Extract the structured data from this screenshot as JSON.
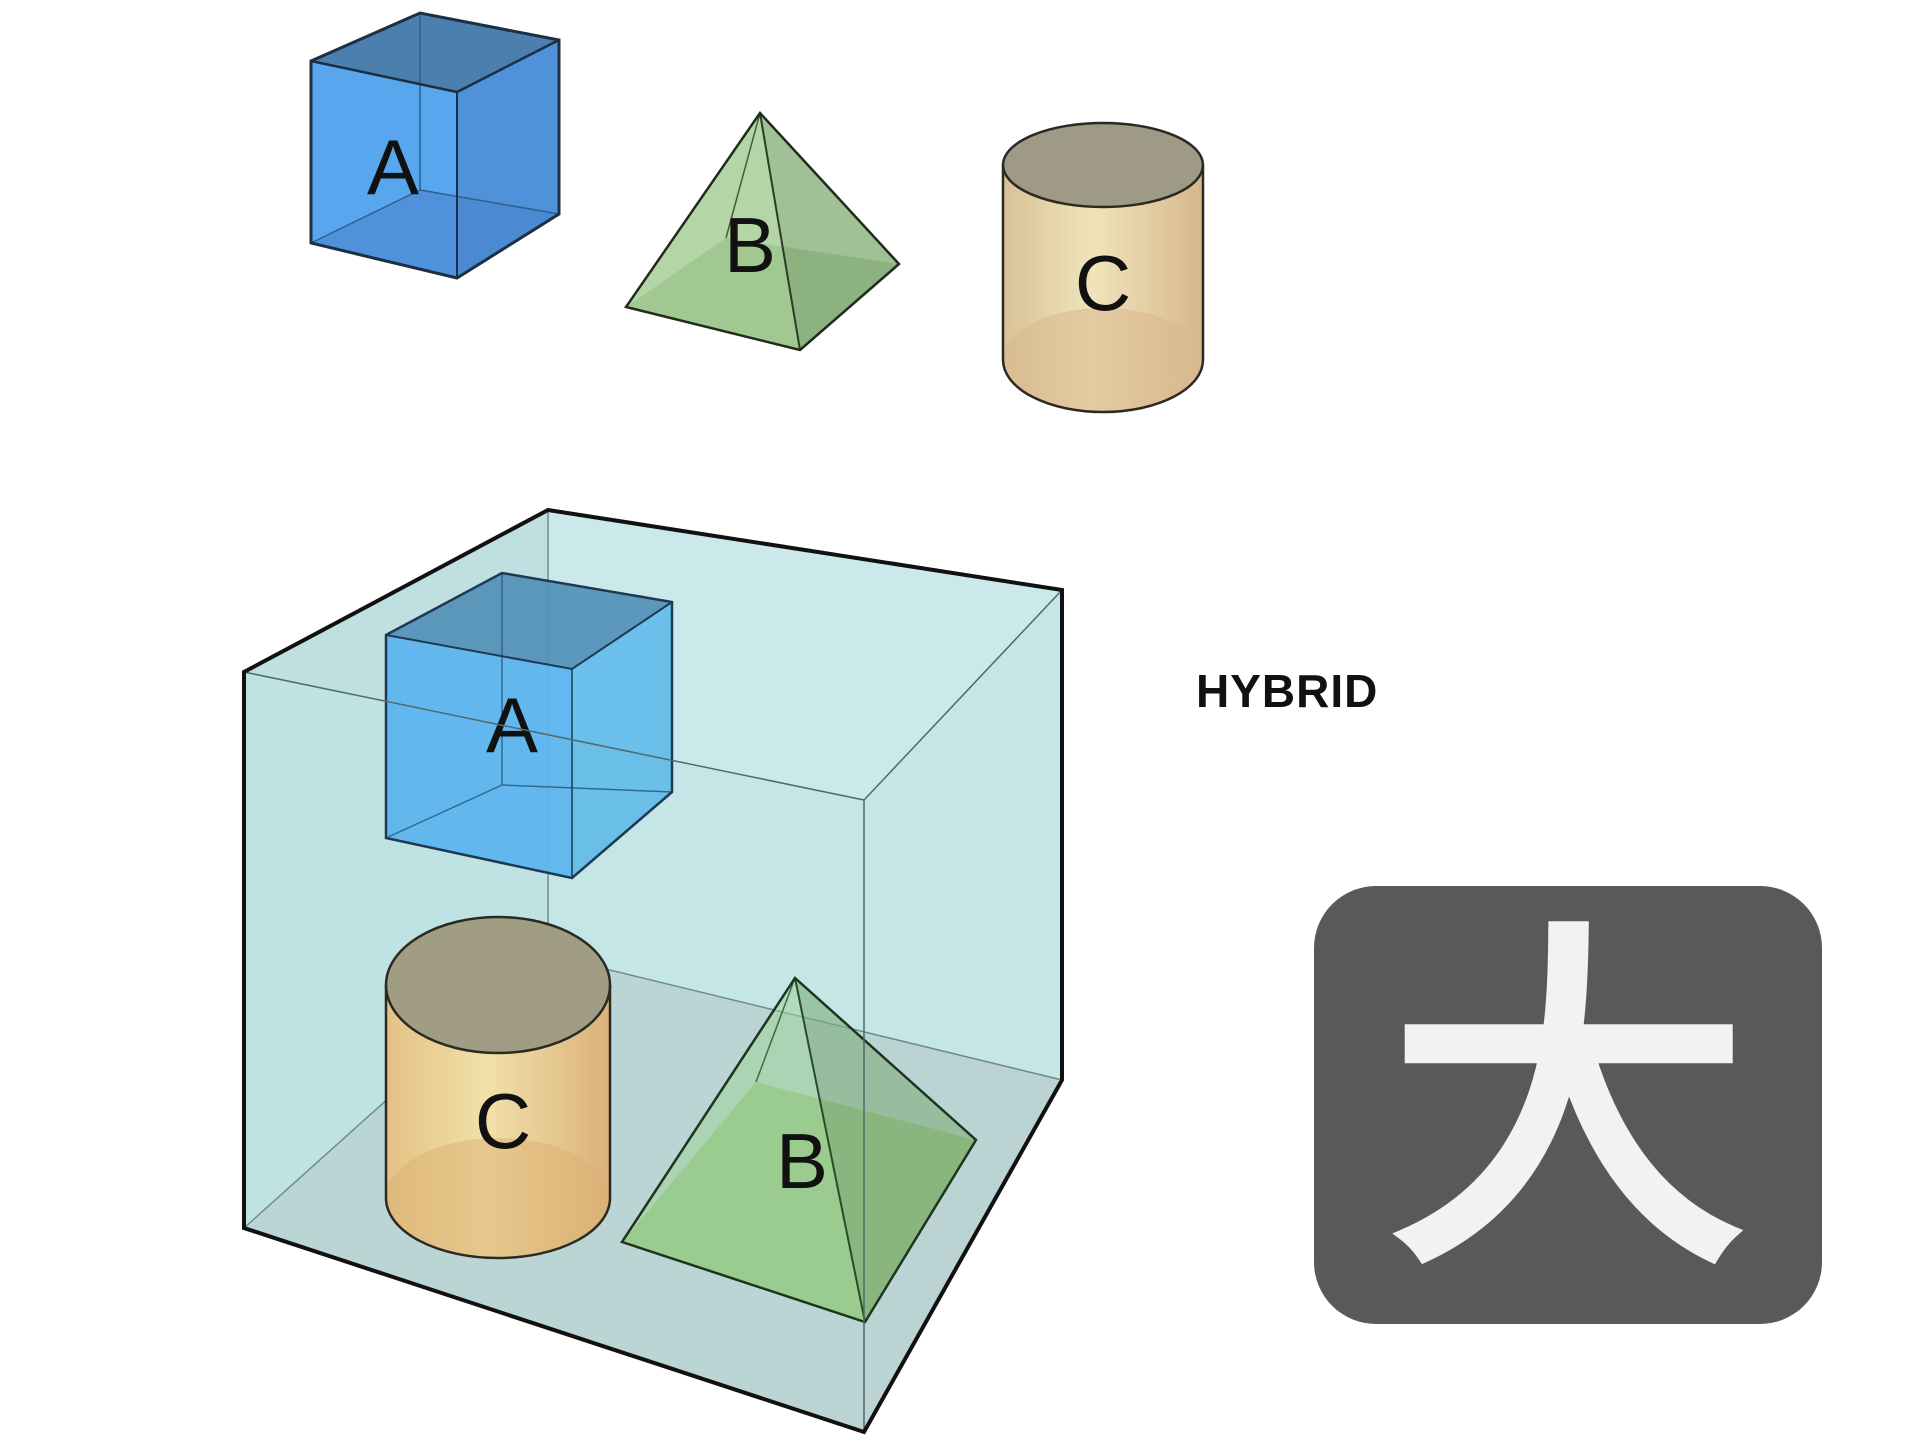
{
  "diagram": {
    "title": "HYBRID",
    "top_shapes": [
      {
        "id": "A",
        "label": "A",
        "kind": "cube",
        "color": "#5aa8f0"
      },
      {
        "id": "B",
        "label": "B",
        "kind": "pyramid",
        "color": "#9cc48c"
      },
      {
        "id": "C",
        "label": "C",
        "kind": "cylinder",
        "color": "#ead9ae"
      }
    ],
    "container": {
      "kind": "transparent-box",
      "color": "#b9dfe0",
      "contents": [
        {
          "id": "A",
          "label": "A",
          "kind": "cube"
        },
        {
          "id": "C",
          "label": "C",
          "kind": "cylinder"
        },
        {
          "id": "B",
          "label": "B",
          "kind": "pyramid"
        }
      ]
    },
    "badge": {
      "glyph": "大",
      "background": "#595959",
      "foreground": "#f2f2f2"
    }
  }
}
